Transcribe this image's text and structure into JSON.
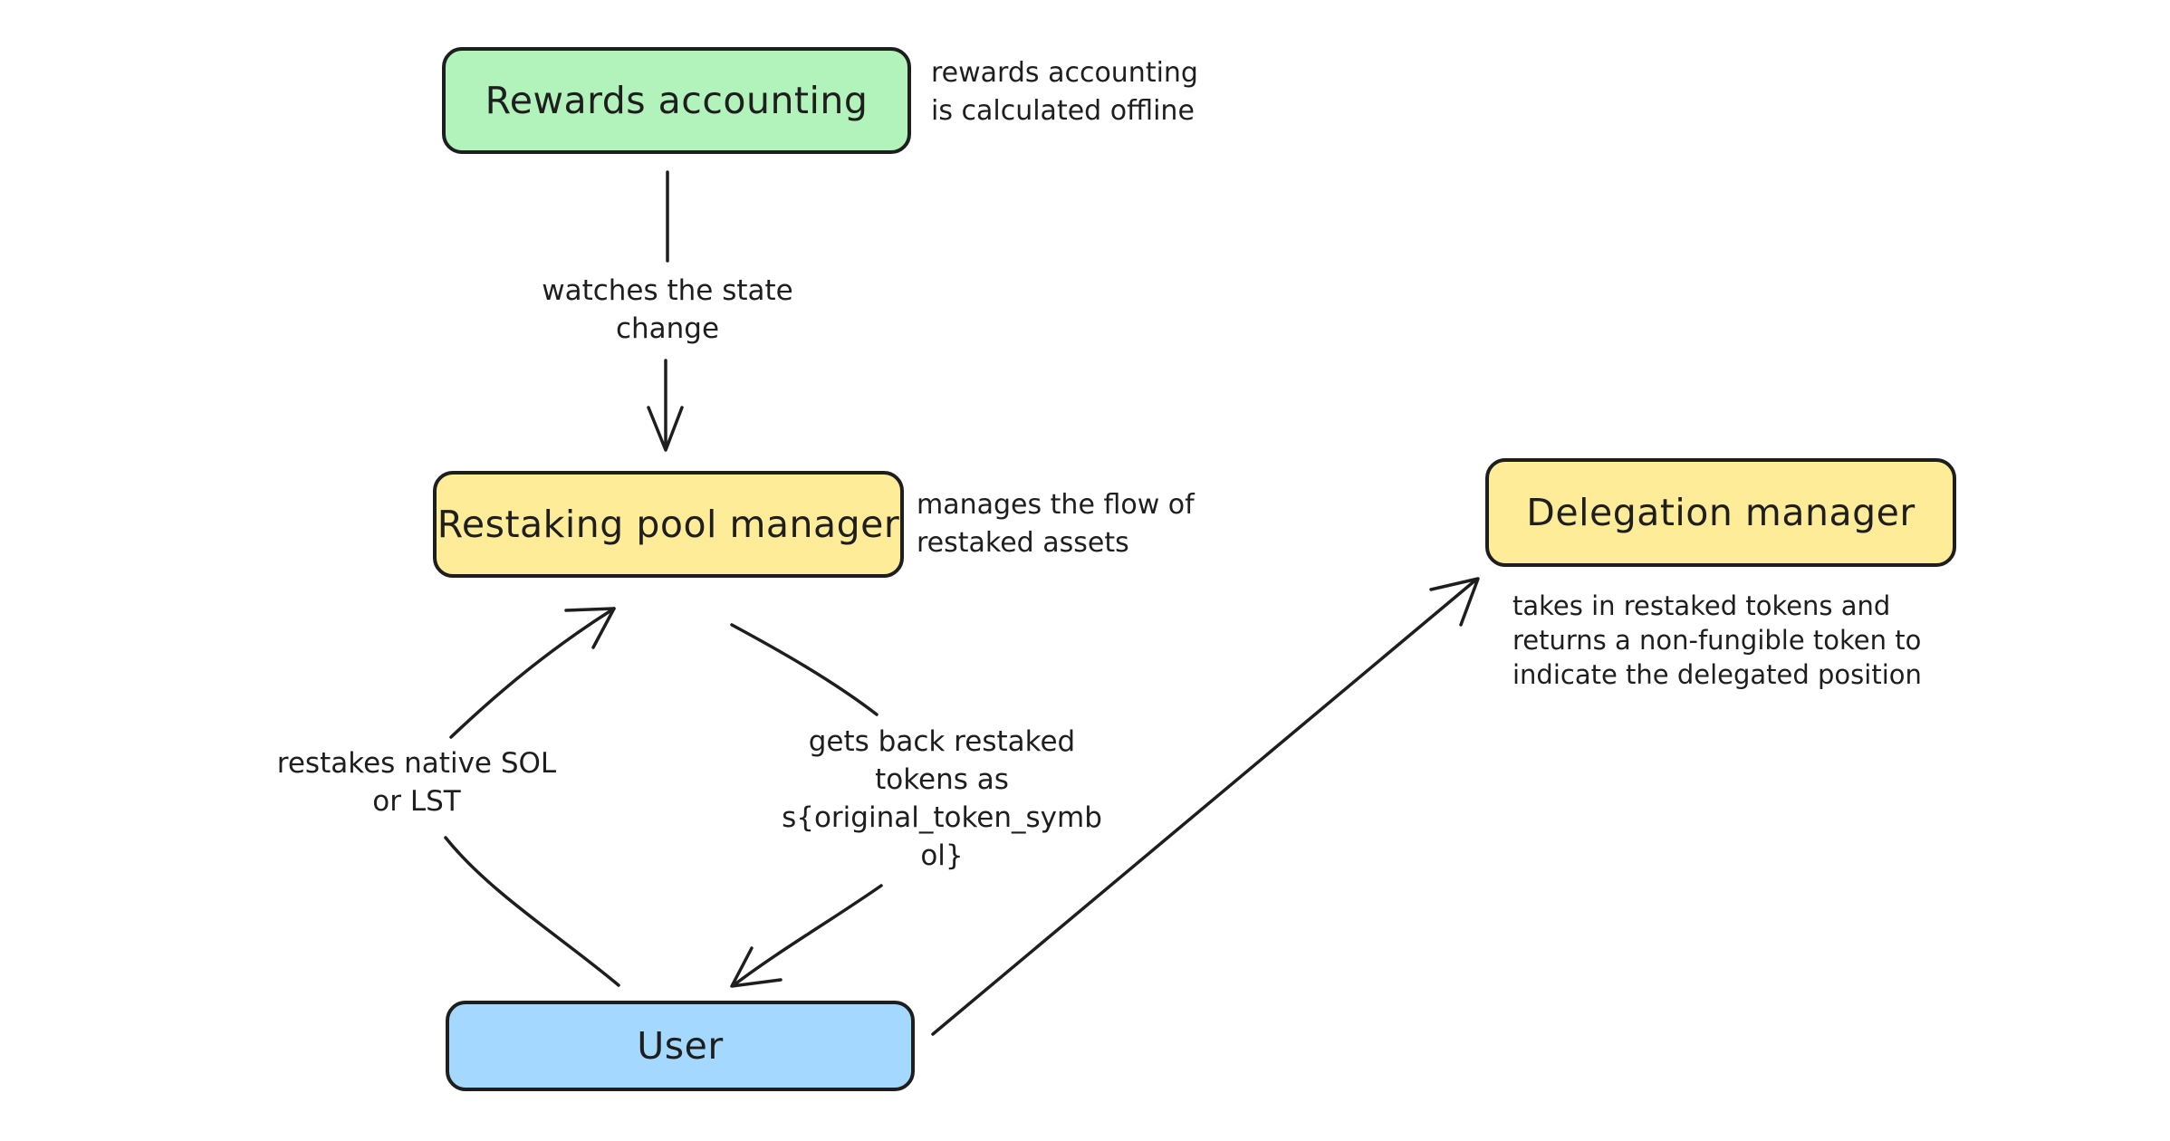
{
  "colors": {
    "rewards_fill": "#b2f2bb",
    "manager_fill": "#ffec99",
    "user_fill": "#a5d8ff",
    "stroke": "#1e1e1e"
  },
  "nodes": {
    "rewards": "Rewards accounting",
    "restaking": "Restaking pool manager",
    "delegation": "Delegation manager",
    "user": "User"
  },
  "notes": {
    "rewards": [
      "rewards accounting",
      "is calculated offline"
    ],
    "restaking": [
      "manages the flow of",
      "restaked assets"
    ],
    "delegation": [
      "takes in restaked tokens and",
      "returns a non-fungible token to",
      "indicate the delegated position"
    ]
  },
  "edge_labels": {
    "watches": [
      "watches the state",
      "change"
    ],
    "restakes": [
      "restakes native SOL",
      "or LST"
    ],
    "gets_back": [
      "gets back restaked",
      "tokens as",
      "s{original_token_symb",
      "ol}"
    ]
  }
}
